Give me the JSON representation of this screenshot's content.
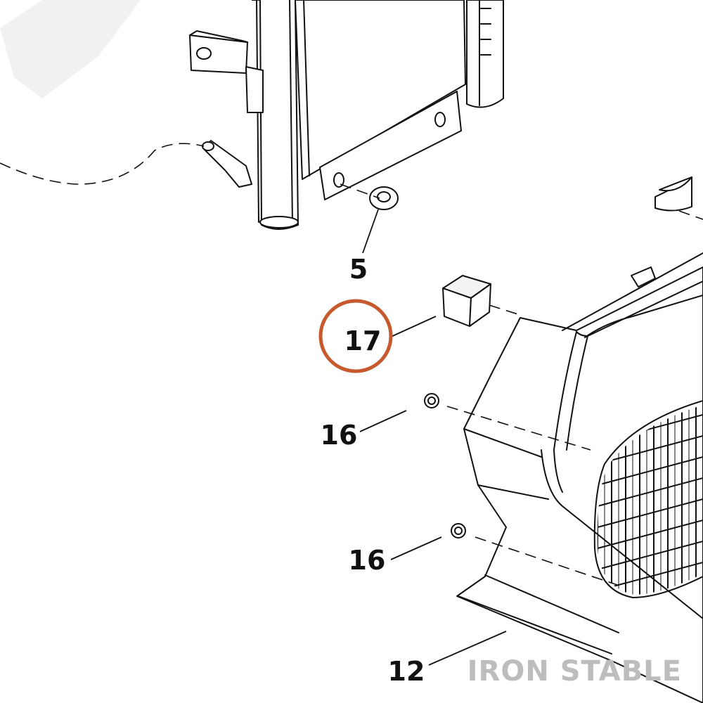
{
  "callouts": [
    {
      "id": "5",
      "label": "5"
    },
    {
      "id": "17",
      "label": "17",
      "highlighted": true
    },
    {
      "id": "16a",
      "label": "16"
    },
    {
      "id": "16b",
      "label": "16"
    },
    {
      "id": "12",
      "label": "12"
    }
  ],
  "watermark": {
    "text": "IRON STABLE"
  },
  "colors": {
    "highlight_ring": "#c65a2e",
    "line": "#111111",
    "watermark": "#bdbdbd",
    "background": "#ffffff"
  }
}
